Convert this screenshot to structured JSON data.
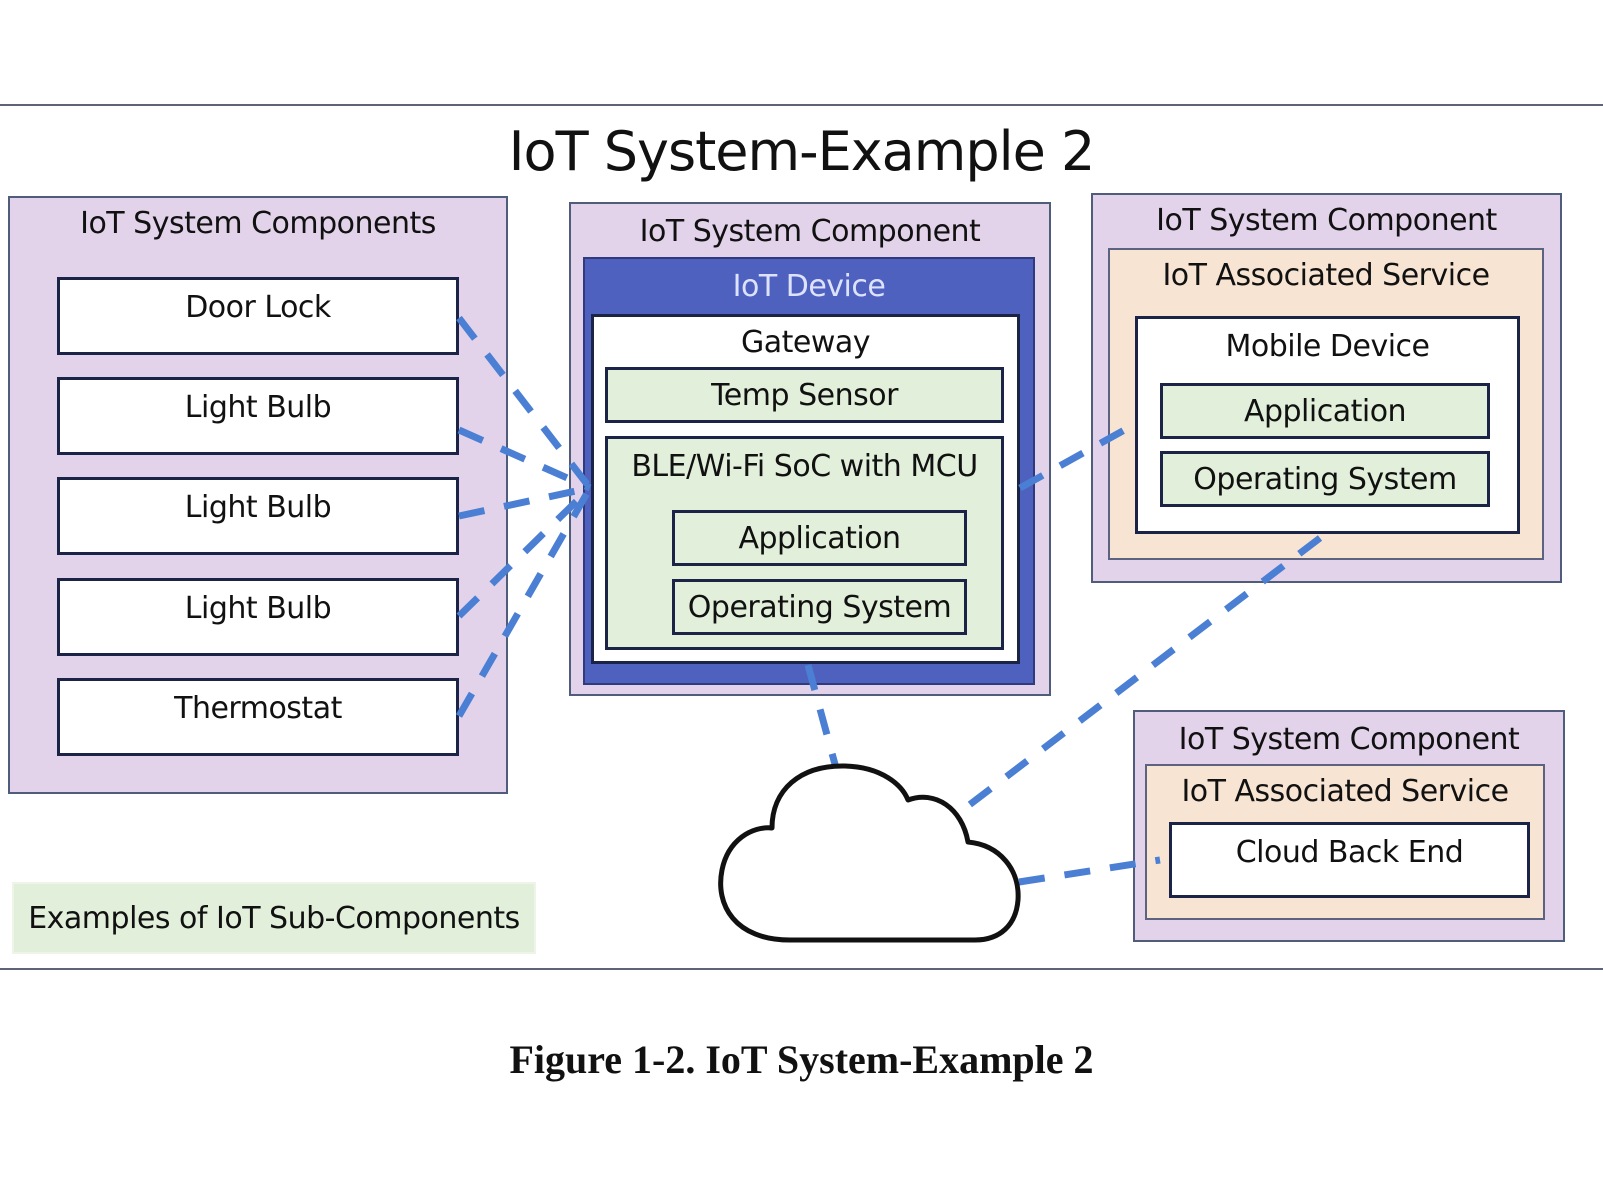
{
  "title": "IoT System-Example 2",
  "caption": "Figure 1-2. IoT System-Example 2",
  "colors": {
    "component_bg": "#e2d3ea",
    "device_blue": "#4f61bf",
    "subcomponent_green": "#e2efda",
    "service_peach": "#f7e4d3",
    "connector_blue": "#4a7fd4"
  },
  "left_panel": {
    "label": "IoT System Components",
    "items": [
      "Door Lock",
      "Light Bulb",
      "Light Bulb",
      "Light Bulb",
      "Thermostat"
    ]
  },
  "center_panel": {
    "label": "IoT System Component",
    "device_label": "IoT Device",
    "gateway_label": "Gateway",
    "temp_sensor": "Temp Sensor",
    "soc_label": "BLE/Wi-Fi SoC with MCU",
    "application": "Application",
    "operating_system": "Operating System"
  },
  "right_top_panel": {
    "label": "IoT System Component",
    "service_label": "IoT Associated Service",
    "mobile_label": "Mobile Device",
    "application": "Application",
    "operating_system": "Operating System"
  },
  "right_bottom_panel": {
    "label": "IoT System Component",
    "service_label": "IoT Associated Service",
    "backend_label": "Cloud Back End"
  },
  "legend": {
    "label": "Examples of IoT Sub-Components"
  },
  "cloud": {
    "icon": "cloud-icon"
  }
}
